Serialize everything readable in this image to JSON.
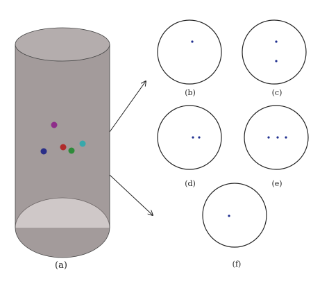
{
  "figure": {
    "main_label": "(a)",
    "panels": [
      {
        "label": "(b)",
        "dot_count": 1
      },
      {
        "label": "(c)",
        "dot_count": 2
      },
      {
        "label": "(d)",
        "dot_count": 2
      },
      {
        "label": "(e)",
        "dot_count": 3
      },
      {
        "label": "(f)",
        "dot_count": 1
      }
    ],
    "particle_count": 5
  },
  "colors": {
    "cylinder_body": "#a39b9b",
    "cylinder_top": "#b4adad",
    "cylinder_bottom": "#cfc8c8",
    "outline": "#222222",
    "dot": "#1f2f8f",
    "particles": [
      "#8e2d8a",
      "#2a2f88",
      "#b02b2b",
      "#2e8b3a",
      "#38a8ab"
    ]
  }
}
